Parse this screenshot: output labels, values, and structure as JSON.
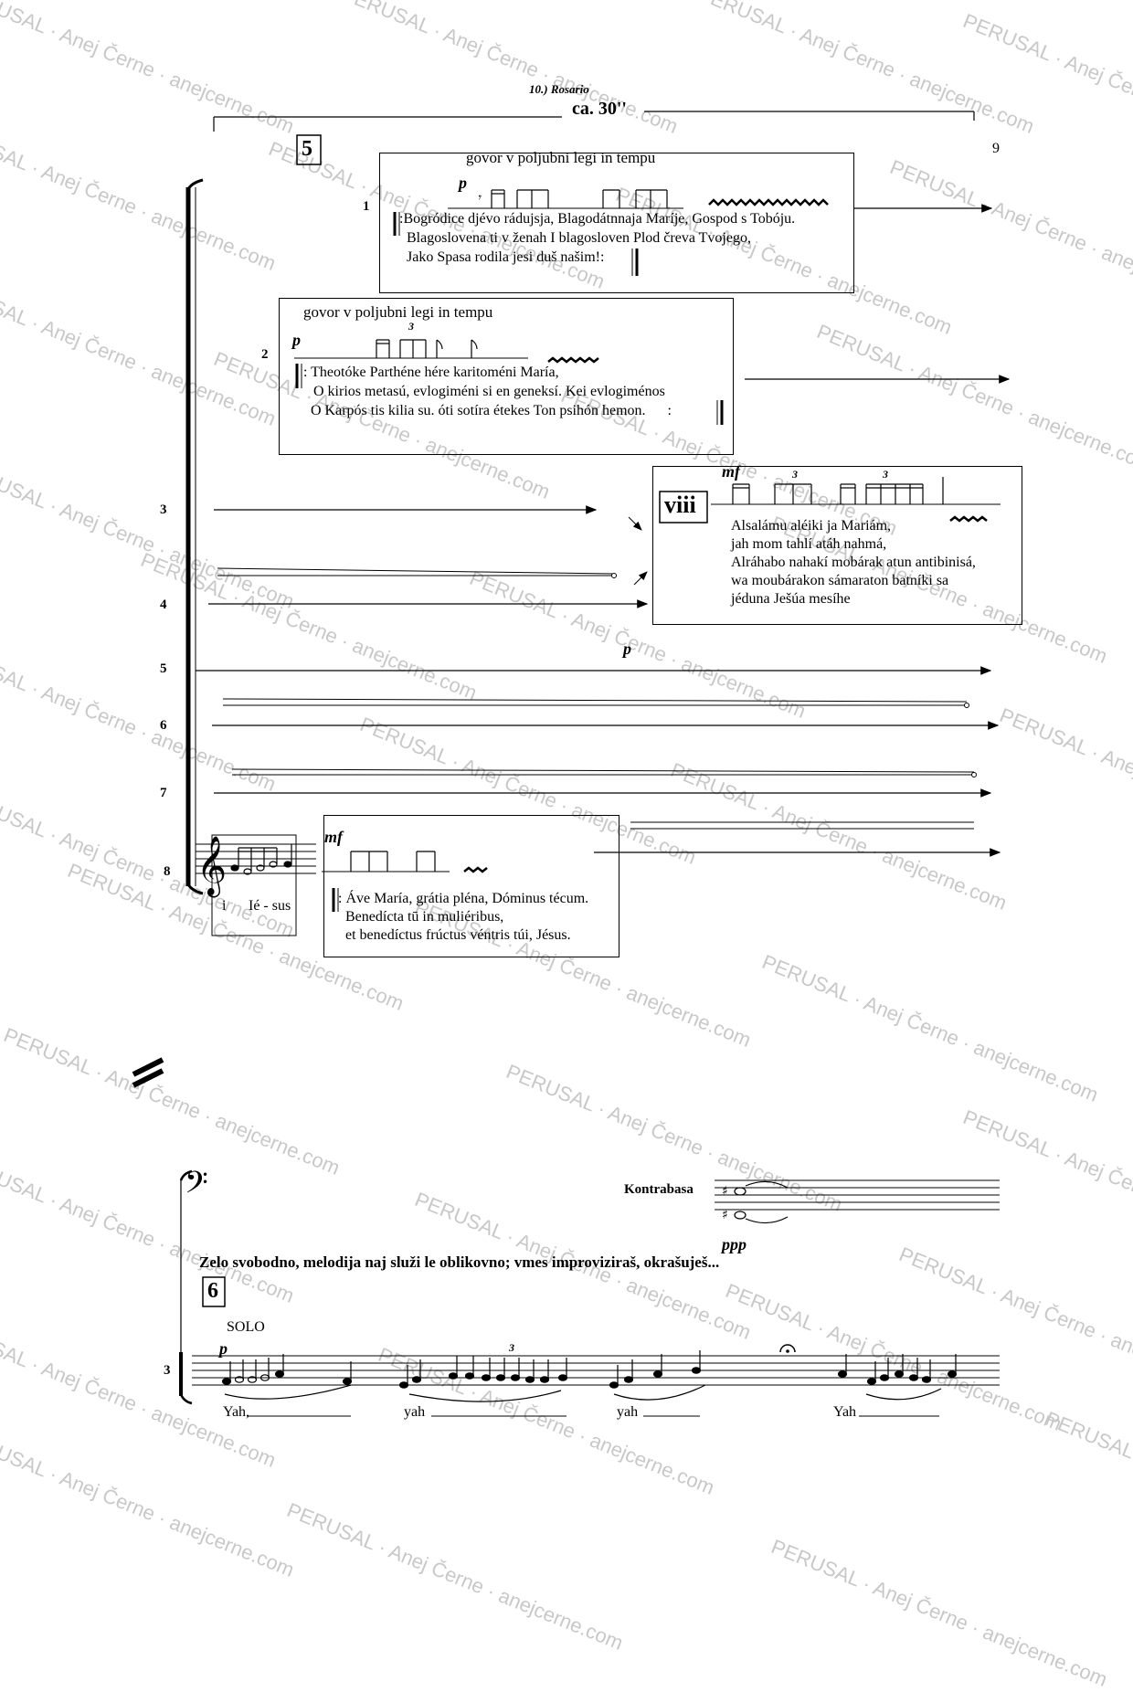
{
  "header": {
    "section_title": "10.) Rosario",
    "duration": "ca. 30''",
    "page_number": "9"
  },
  "rehearsal_marks": [
    "5",
    "6"
  ],
  "staff_numbers": [
    "1",
    "2",
    "3",
    "4",
    "5",
    "6",
    "7",
    "8",
    "3"
  ],
  "box1": {
    "instruction": "govor v poljubni legi in tempu",
    "dynamic": "p",
    "lines": [
      "Bogródice djévo rádujsja, Blagodátnnaja Maríje, Gospod s Tobóju.",
      "Blagoslovena ti v ženah I blagosloven Plod čreva Tvojego,",
      "Jako Spasa rodila jesi duš našim!"
    ]
  },
  "box2": {
    "instruction": "govor v poljubni legi in tempu",
    "dynamic": "p",
    "tuplet": "3",
    "lines": [
      "Theotóke Parthéne hére  karitoméni María,",
      "O kirios metasú, evlogiméni si en geneksí. Kei evlogiménos",
      "O Karpós tis kilia su. óti sotíra étekes Ton psihón hemon."
    ]
  },
  "box3": {
    "label": "viii",
    "dynamic": "mf",
    "tuplets": [
      "3",
      "3"
    ],
    "lines": [
      "Alsalámu aléiki ja Mariám,",
      "jah mom tahlí atáh nahmá,",
      "Alráhabo nahakí mobárak atun antibinisá,",
      "wa moubárakon sámaraton batníki sa",
      "jéduna Ješúa mesíhe"
    ]
  },
  "staff5_dynamic": "p",
  "staff8": {
    "lyric_syllables": [
      "i",
      "Ié - sus"
    ],
    "box_dynamic": "mf",
    "lines": [
      "Áve María, grátia pléna, Dóminus técum.",
      "Benedícta tū in muliéribus,",
      "et benedíctus frúctus véntris túi, Jésus."
    ]
  },
  "bottom": {
    "instrument": "Kontrabasa",
    "kb_dynamic": "ppp",
    "instruction": "Zelo svobodno, melodija naj služi le oblikovno; vmes improviziraš, okrašuješ...",
    "solo": "SOLO",
    "solo_dynamic": "p",
    "tuplet": "3",
    "lyrics": [
      "Yah,",
      "yah",
      "yah",
      "Yah"
    ]
  },
  "watermark": "PERUSAL · Anej Černe · anejcerne.com"
}
